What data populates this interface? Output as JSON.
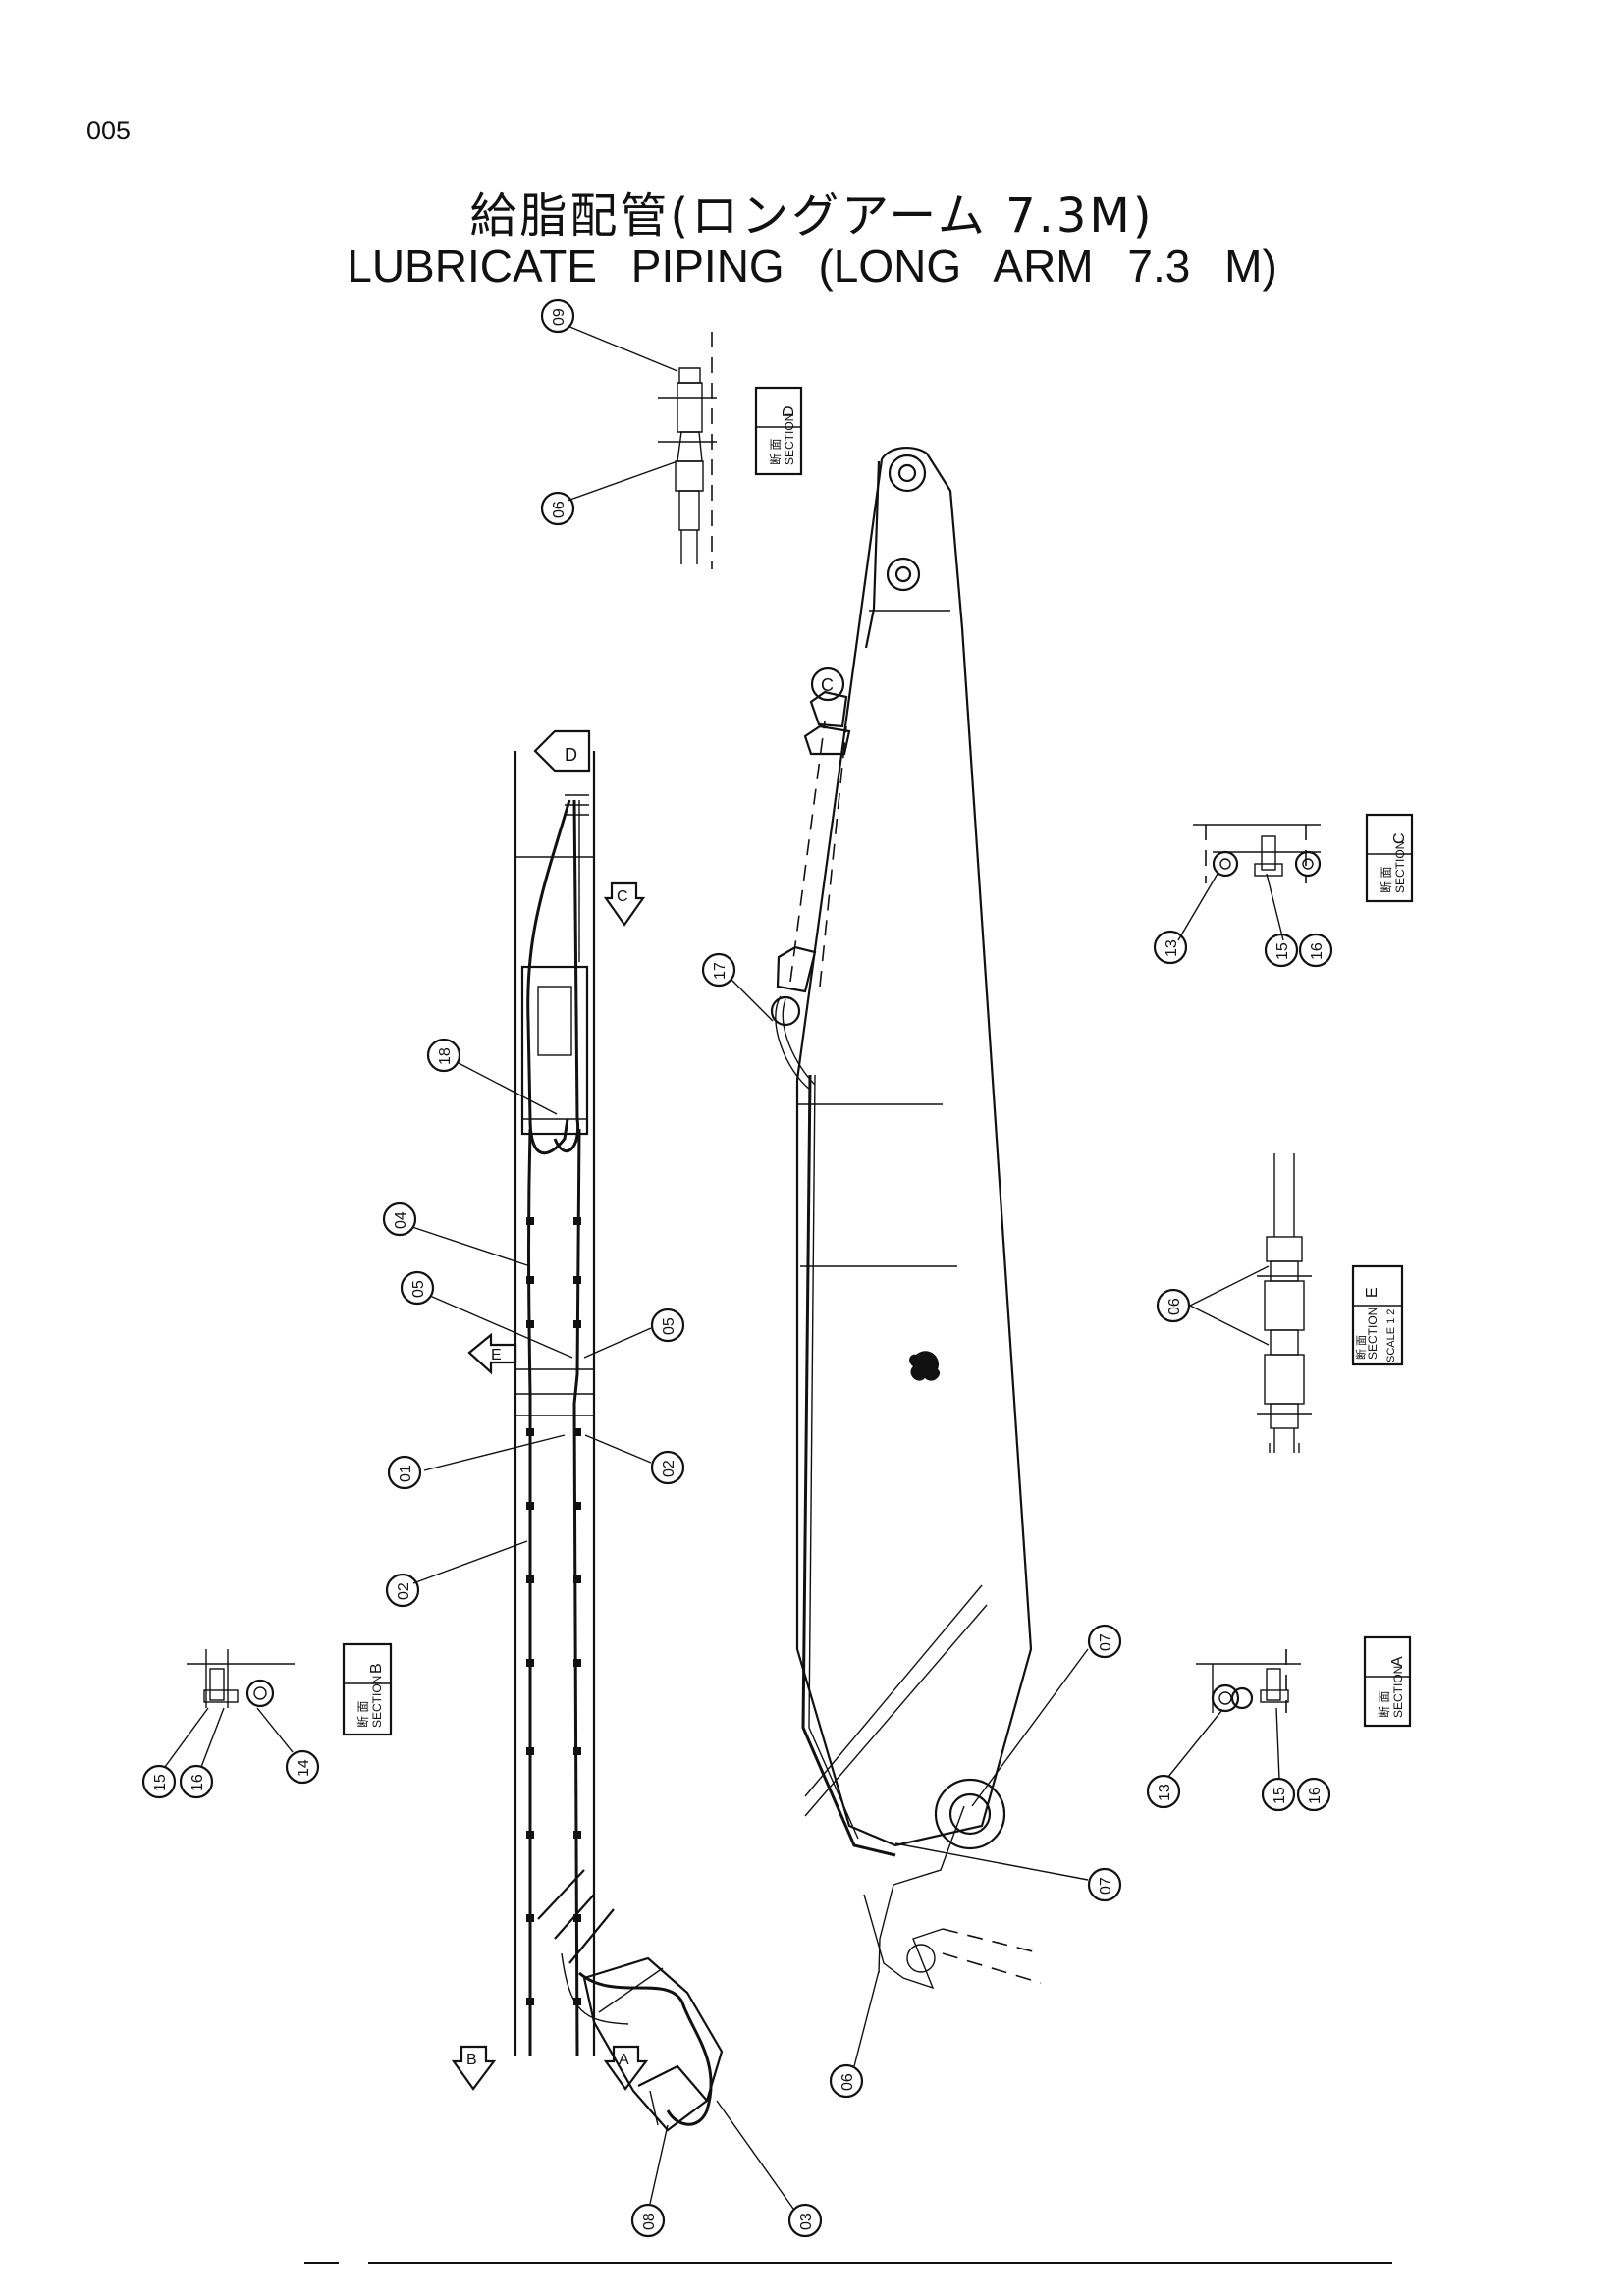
{
  "page": {
    "number": "005",
    "title_jp": "給脂配管(ロングアーム 7.3M)",
    "title_en": "LUBRICATE PIPING (LONG ARM 7.3 M)"
  },
  "sections": {
    "d": {
      "jp": "断 面",
      "en": "SECTION",
      "letter": "D",
      "scale": ""
    },
    "c": {
      "jp": "断 面",
      "en": "SECTION",
      "letter": "C",
      "scale": ""
    },
    "e": {
      "jp": "断 面",
      "en": "SECTION",
      "letter": "E",
      "scale": "SCALE 1 2"
    },
    "b": {
      "jp": "断 面",
      "en": "SECTION",
      "letter": "B",
      "scale": ""
    },
    "a": {
      "jp": "断 面",
      "en": "SECTION",
      "letter": "A",
      "scale": ""
    }
  },
  "arrows": {
    "d": "D",
    "c": "C",
    "e": "E",
    "b": "B",
    "a": "A",
    "view_c": "C"
  },
  "callouts": [
    "09",
    "06",
    "17",
    "18",
    "04",
    "05",
    "05",
    "01",
    "02",
    "02",
    "13",
    "15",
    "16",
    "06",
    "07",
    "07",
    "06",
    "03",
    "08",
    "15",
    "16",
    "14",
    "13",
    "15",
    "16"
  ],
  "colors": {
    "ink": "#111111",
    "paper": "#ffffff"
  }
}
